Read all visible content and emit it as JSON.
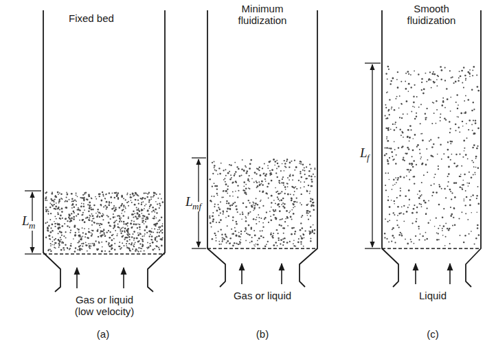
{
  "diagram": {
    "labels": [
      "Fixed bed",
      "Minimum fluidization",
      "Smooth fluidization",
      "L",
      "m",
      "L",
      "mf",
      "L",
      "f",
      "Gas or liquid (low velocity)",
      "Gas or liquid",
      "Liquid",
      "(a)",
      "(b)",
      "(c)"
    ]
  }
}
